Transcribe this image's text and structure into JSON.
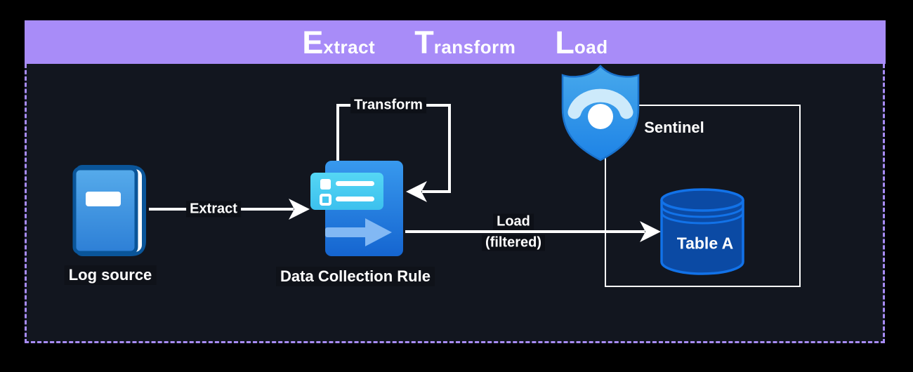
{
  "banner": {
    "title_words": [
      {
        "big": "E",
        "rest": "xtract"
      },
      {
        "big": "T",
        "rest": "ransform"
      },
      {
        "big": "L",
        "rest": "oad"
      }
    ],
    "bg_color": "#a88cf8",
    "text_color": "#ffffff"
  },
  "diagram": {
    "bg_color": "#12161f",
    "dashed_border_color": "#a88cf8",
    "connector_color": "#ffffff",
    "sentinel_box_border": "#ffffff",
    "nodes": {
      "log_source": {
        "label": "Log source",
        "icon": "blue-book"
      },
      "data_collection_rule": {
        "label": "Data Collection Rule",
        "icon": "azure-data-collection-rule"
      },
      "sentinel": {
        "label": "Sentinel",
        "icon": "azure-sentinel-shield"
      },
      "table_a": {
        "label": "Table A",
        "icon": "database-cylinder"
      }
    },
    "connectors": {
      "extract": {
        "label": "Extract",
        "from": "log_source",
        "to": "data_collection_rule"
      },
      "transform": {
        "label": "Transform",
        "from": "data_collection_rule",
        "to": "data_collection_rule"
      },
      "load": {
        "label": "Load",
        "sublabel": "(filtered)",
        "from": "data_collection_rule",
        "to": "table_a"
      }
    },
    "icon_colors": {
      "book_cover_top": "#56abeb",
      "book_cover_bottom": "#2d7fd6",
      "book_edge": "#0a5599",
      "dcr_body_top": "#3899ee",
      "dcr_body_bottom": "#1565d0",
      "dcr_card": "#4bcdf2",
      "dcr_arrow": "#82b8f4",
      "shield_top": "#47a9ec",
      "shield_bottom": "#1e83e6",
      "shield_arc": "#cdeafb",
      "db_fill": "#0b4aa4",
      "db_stroke": "#1272e8"
    }
  }
}
